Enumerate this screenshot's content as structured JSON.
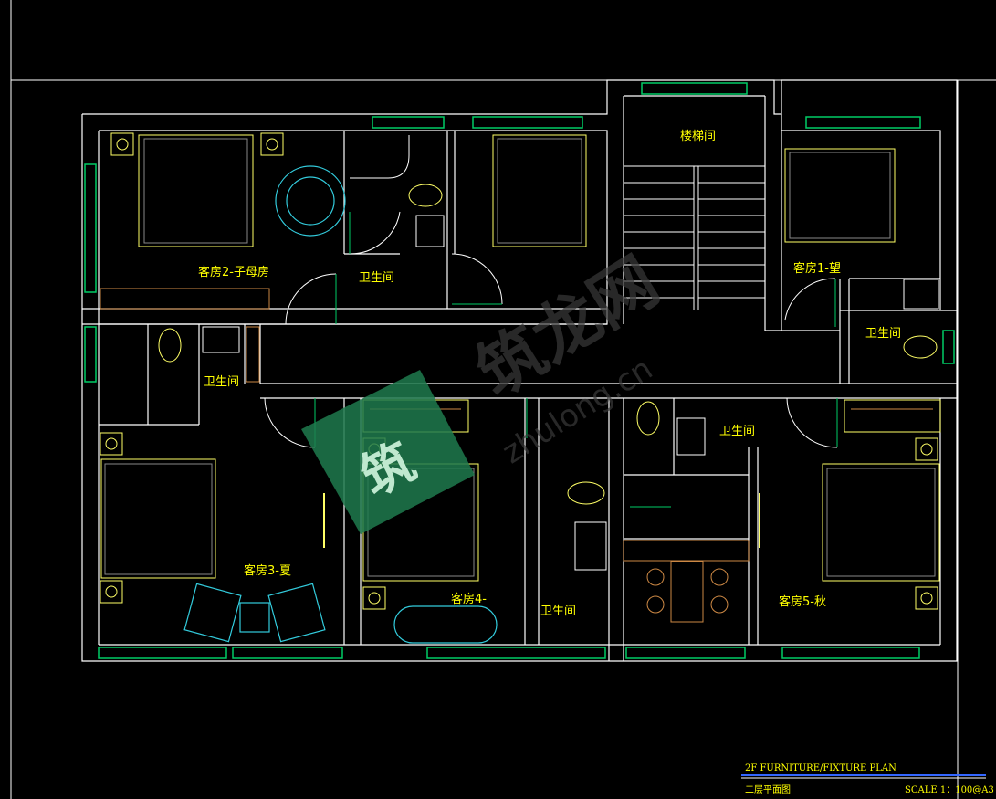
{
  "rooms": {
    "stair": "楼梯间",
    "room2": "客房2-子母房",
    "room1": "客房1-望",
    "room3": "客房3-夏",
    "room4": "客房4-",
    "room5": "客房5-秋",
    "bath_a": "卫生间",
    "bath_b": "卫生间",
    "bath_c": "卫生间",
    "bath_d": "卫生间",
    "bath_e": "卫生间"
  },
  "title_block": {
    "title_en": "2F FURNITURE/FIXTURE PLAN",
    "title_cn": "二层平面图",
    "scale": "SCALE 1：100@A3"
  },
  "watermark": {
    "text_cn": "筑龙网",
    "text_en": "zhulong.cn",
    "logo_text": "筑"
  },
  "colors": {
    "background": "#000000",
    "wall": "#ffffff",
    "furniture": "#ffff66",
    "fixture": "#ffffff",
    "window": "#00cc66",
    "cyan": "#33ccdd",
    "brown": "#cc8844",
    "label": "#ffff00",
    "title_line": "#3366ff"
  }
}
